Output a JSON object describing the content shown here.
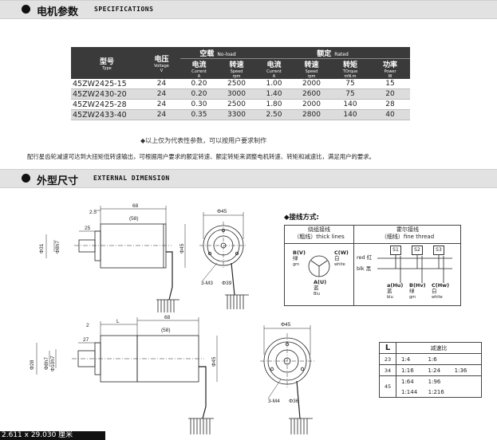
{
  "sections": {
    "spec": {
      "title_zh": "电机参数",
      "title_en": "SPECIFICATIONS"
    },
    "dim": {
      "title_zh": "外型尺寸",
      "title_en": "EXTERNAL DIMENSION"
    }
  },
  "spec_table": {
    "headers": {
      "model": "型号",
      "model_en": "Type",
      "voltage": "电压",
      "voltage_en": "Voltage",
      "voltage_unit": "V",
      "noload": "空载",
      "noload_en": "No-load",
      "rated": "额定",
      "rated_en": "Rated",
      "current": "电流",
      "current_en": "Current",
      "current_unit": "A",
      "speed": "转速",
      "speed_en": "Speed",
      "speed_unit": "rpm",
      "torque": "转矩",
      "torque_en": "TOrque",
      "torque_unit": "mN.m",
      "power": "功率",
      "power_en": "Power",
      "power_unit": "W"
    },
    "rows": [
      {
        "model": "45ZW2425-15",
        "voltage": "24",
        "nl_current": "0.20",
        "nl_speed": "2500",
        "r_current": "1.00",
        "r_speed": "2000",
        "torque": "75",
        "power": "15"
      },
      {
        "model": "45ZW2430-20",
        "voltage": "24",
        "nl_current": "0.20",
        "nl_speed": "3000",
        "r_current": "1.40",
        "r_speed": "2600",
        "torque": "75",
        "power": "20"
      },
      {
        "model": "45ZW2425-28",
        "voltage": "24",
        "nl_current": "0.30",
        "nl_speed": "2500",
        "r_current": "1.80",
        "r_speed": "2000",
        "torque": "140",
        "power": "28"
      },
      {
        "model": "45ZW2433-40",
        "voltage": "24",
        "nl_current": "0.35",
        "nl_speed": "3300",
        "r_current": "2.50",
        "r_speed": "2800",
        "torque": "140",
        "power": "40"
      }
    ]
  },
  "note": "◆以上仅为代表性参数，可以按用户要求制作",
  "description": "配行星齿轮减速可达到大扭矩低转速输出，可根据用户要求的额定转速、额定转矩来调整电机转速、转矩和减速比，满足用户的要求。",
  "drawing1": {
    "d1": "2.5",
    "d2": "68",
    "d3": "(58)",
    "d4": "25",
    "d5": "Φ31",
    "d6": "Φ8h7",
    "d7": "Φ45",
    "d8": "Φ45",
    "d9": "3-M3",
    "d10": "Φ39"
  },
  "drawing2": {
    "d1": "2",
    "d2": "L",
    "d3": "68",
    "d4": "(58)",
    "d5": "27",
    "d6": "Φ28",
    "d7": "Φ8h7",
    "d8": "Φ10h7",
    "d9": "Φ45",
    "d10": "Φ45",
    "d11": "3-M4",
    "d12": "Φ36"
  },
  "wiring": {
    "title": "◆接线方式:",
    "col1_h1": "绕组接线",
    "col1_h2": "（粗线）thick lines",
    "col2_h1": "霍尔接线",
    "col2_h2": "（细线）fine thread",
    "b_label": "B(V)",
    "b_zh": "绿",
    "b_en": "gm",
    "c_label": "C(W)",
    "c_zh": "白",
    "c_en": "white",
    "a_label": "A(U)",
    "a_zh": "蓝",
    "a_en": "Blu",
    "red": "red 红",
    "blk": "blk 黑",
    "s1": "S1",
    "s2": "S2",
    "s3": "S3",
    "ha": "a(Hu)",
    "ha_zh": "蓝",
    "ha_en": "blu",
    "hb": "B(Hv)",
    "hb_zh": "绿",
    "hb_en": "gm",
    "hc": "C(Hw)",
    "hc_zh": "白",
    "hc_en": "white"
  },
  "ratio_table": {
    "header_l": "L",
    "header_r": "减速比",
    "rows": [
      {
        "l": "23",
        "ratios": [
          "1:4",
          "1:6",
          ""
        ]
      },
      {
        "l": "34",
        "ratios": [
          "1:16",
          "1:24",
          "1:36"
        ]
      },
      {
        "l": "45",
        "ratios": [
          "1:64",
          "1:96",
          "",
          "1:144",
          "1:216",
          ""
        ]
      }
    ]
  },
  "footer": "2.611 x 29.030 厘米"
}
